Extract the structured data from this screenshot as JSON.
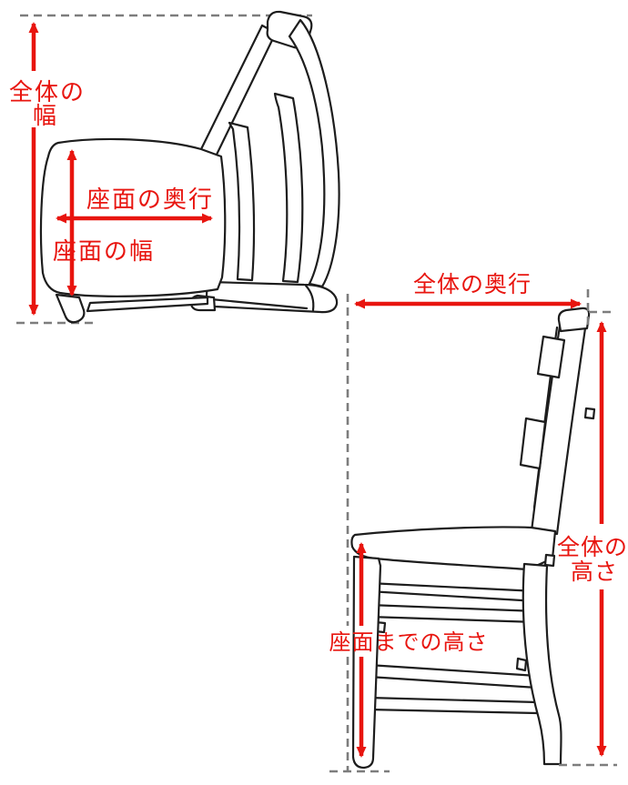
{
  "colors": {
    "red": "#e8150f",
    "line": "#1d1d1d",
    "dash": "#7d7d7d",
    "background": "#ffffff"
  },
  "top_view": {
    "overall_width": {
      "line1": "全体の",
      "line2": "幅"
    },
    "seat_depth": "座面の奥行",
    "seat_width": "座面の幅"
  },
  "side_view": {
    "overall_depth": "全体の奥行",
    "overall_height": {
      "line1": "全体の",
      "line2": "高さ"
    },
    "seat_height": "座面までの高さ"
  }
}
